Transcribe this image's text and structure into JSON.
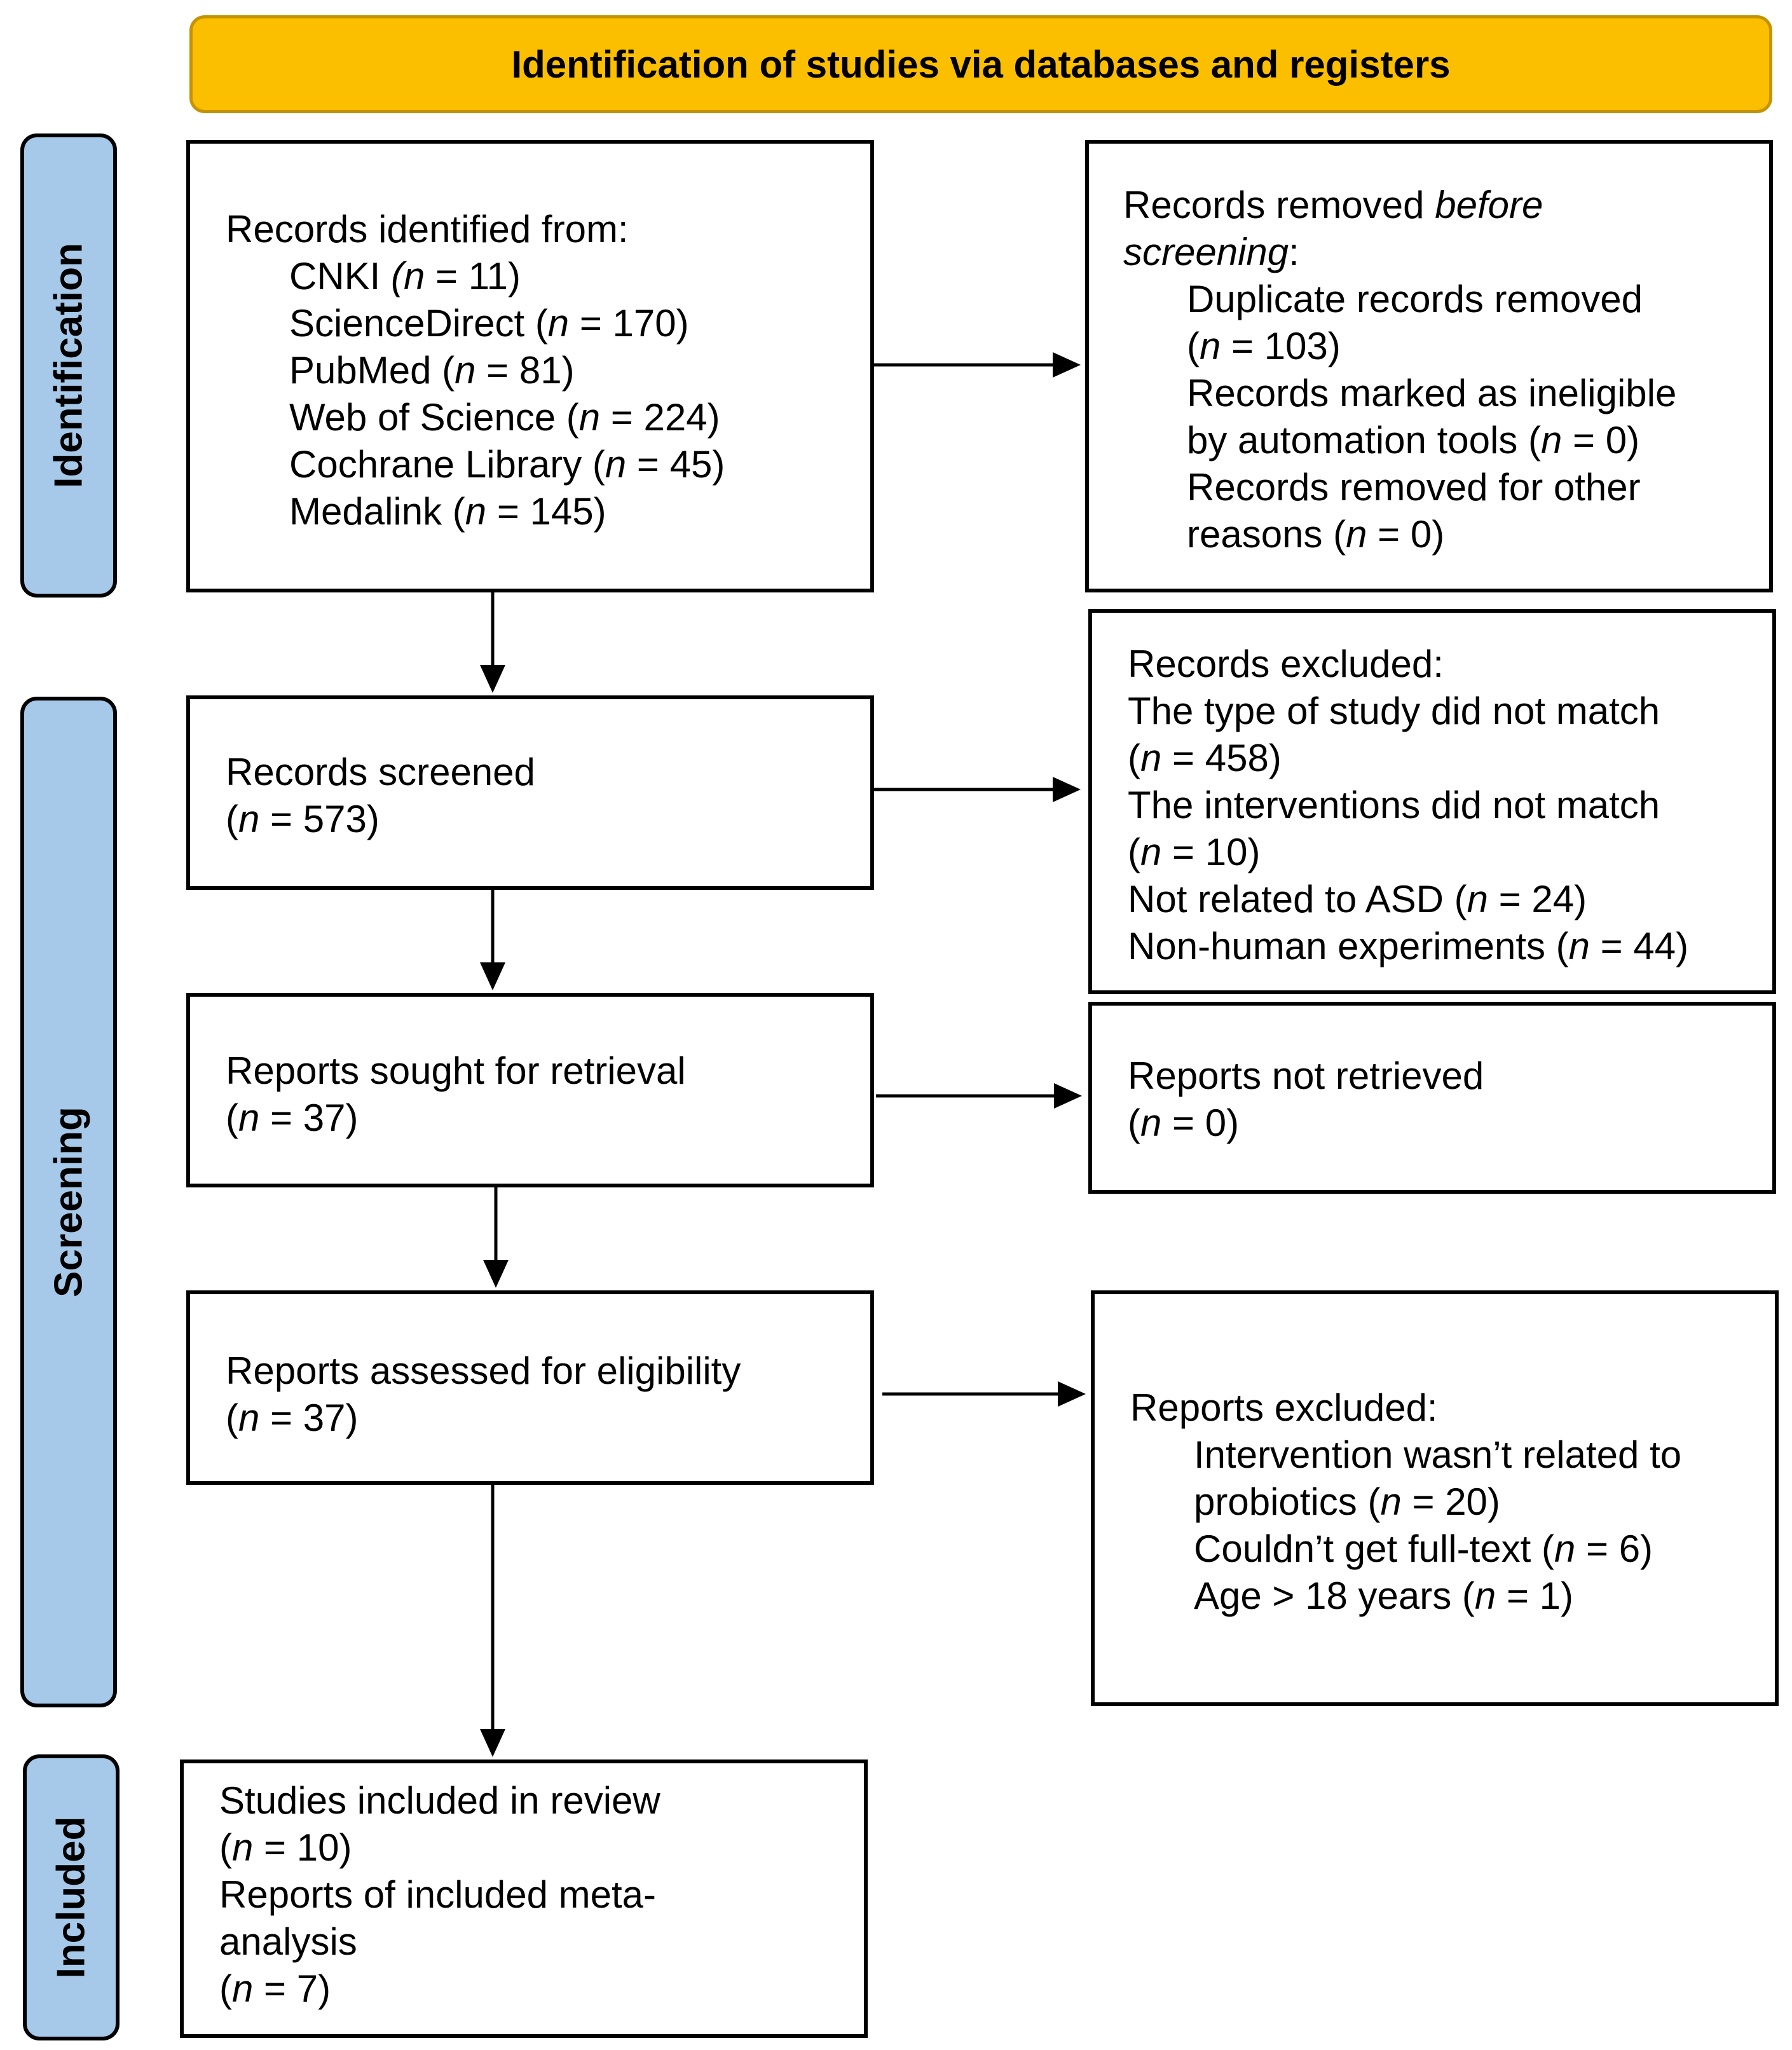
{
  "header": {
    "title": "Identification of studies via databases and registers"
  },
  "phases": {
    "identification": "Identification",
    "screening": "Screening",
    "included": "Included"
  },
  "records_identified": {
    "heading": "Records identified from:",
    "sources": [
      {
        "name": "CNKI ",
        "n_pre": "(",
        "n_var": "n",
        "n_val": " = 11)"
      },
      {
        "name": "ScienceDirect ",
        "n_pre": "(",
        "n_var": "n",
        "n_val": " = 170)"
      },
      {
        "name": "PubMed ",
        "n_pre": "(",
        "n_var": "n",
        "n_val": " = 81)"
      },
      {
        "name": "Web of Science ",
        "n_pre": "(",
        "n_var": "n",
        "n_val": " = 224)"
      },
      {
        "name": "Cochrane Library ",
        "n_pre": "(",
        "n_var": "n",
        "n_val": " = 45)"
      },
      {
        "name": "Medalink ",
        "n_pre": "(",
        "n_var": "n",
        "n_val": " = 145)"
      }
    ]
  },
  "records_removed": {
    "heading_pre": "Records removed ",
    "heading_em1": "before",
    "heading_em2": "screening",
    "heading_post": ":",
    "line1": "Duplicate records removed",
    "line2_val": " = 103)",
    "line3": "Records marked as ineligible",
    "line4_pre": "by automation tools (",
    "line4_val": " = 0)",
    "line5": "Records removed for other",
    "line6_pre": "reasons (",
    "line6_val": " = 0)"
  },
  "records_screened": {
    "label": "Records screened",
    "n_val": " = 573)"
  },
  "records_excluded": {
    "heading": "Records excluded:",
    "line1": "The type of study did not match",
    "line2_val": " = 458)",
    "line3": "The interventions did not match",
    "line4_val": " = 10)",
    "line5_pre": "Not related to ASD (",
    "line5_val": " = 24)",
    "line6_pre": "Non-human experiments (",
    "line6_val": " = 44)"
  },
  "reports_sought": {
    "label": "Reports sought for retrieval",
    "n_val": " = 37)"
  },
  "reports_not_retrieved": {
    "label": "Reports not retrieved",
    "n_val": " = 0)"
  },
  "reports_assessed": {
    "label": "Reports assessed for eligibility",
    "n_val": " = 37)"
  },
  "reports_excluded": {
    "heading": "Reports excluded:",
    "line1": "Intervention wasn’t related to",
    "line2_pre": "probiotics (",
    "line2_val": " = 20)",
    "line3_pre": "Couldn’t get full-text (",
    "line3_val": " = 6)",
    "line4_pre": "Age > 18 years (",
    "line4_val": " = 1)"
  },
  "studies_included": {
    "line1": "Studies included in review",
    "line2_val": " = 10)",
    "line3": "Reports of included meta-",
    "line4": "analysis",
    "line5_val": " = 7)"
  },
  "symbols": {
    "n": "n",
    "open": "("
  }
}
